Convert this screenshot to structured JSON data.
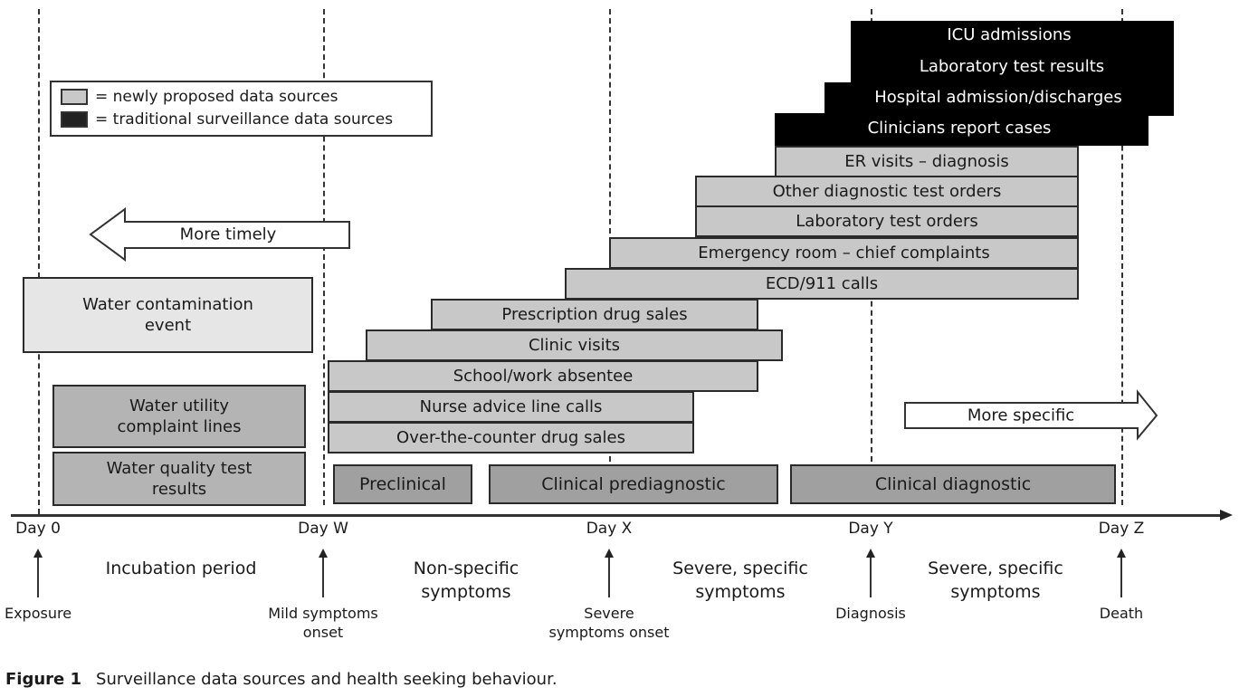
{
  "legend": {
    "items": [
      {
        "label": "= newly proposed data sources",
        "color": "#c8c8c8"
      },
      {
        "label": "= traditional surveillance data sources",
        "color": "#222222"
      }
    ]
  },
  "arrows": {
    "more_timely": "More timely",
    "more_specific": "More specific"
  },
  "water_boxes": {
    "event": "Water contamination event",
    "complaint_lines": "Water utility complaint lines",
    "quality_tests": "Water quality test results"
  },
  "traditional_sources": [
    "ICU admissions",
    "Laboratory test results",
    "Hospital admission/discharges",
    "Clinicians report cases"
  ],
  "proposed_sources": [
    "ER visits – diagnosis",
    "Other diagnostic test orders",
    "Laboratory test orders",
    "Emergency room – chief complaints",
    "ECD/911 calls",
    "Prescription drug sales",
    "Clinic visits",
    "School/work absentee",
    "Nurse advice line calls",
    "Over-the-counter drug sales"
  ],
  "phases": [
    "Preclinical",
    "Clinical prediagnostic",
    "Clinical diagnostic"
  ],
  "timeline": {
    "days": [
      "Day 0",
      "Day W",
      "Day X",
      "Day Y",
      "Day Z"
    ],
    "events": [
      "Exposure",
      "Mild symptoms onset",
      "Severe symptoms onset",
      "Diagnosis",
      "Death"
    ],
    "periods": [
      "Incubation period",
      "Non-specific symptoms",
      "Severe, specific symptoms",
      "Severe, specific symptoms"
    ]
  },
  "caption": {
    "label": "Figure 1",
    "text": "Surveillance data sources and health seeking behaviour."
  }
}
